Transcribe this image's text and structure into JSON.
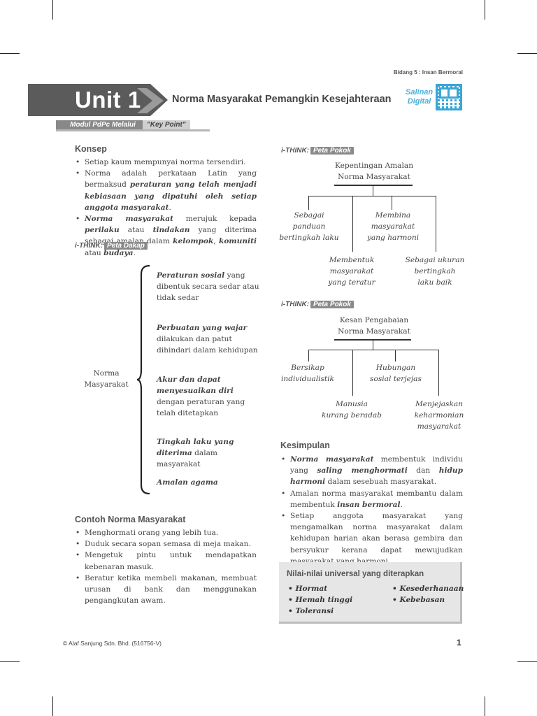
{
  "running_head": "Bidang 5 : Insan Bermoral",
  "unit_label": "Unit 1",
  "unit_title": "Norma Masyarakat Pemangkin Kesejahteraan",
  "digital": {
    "line1": "Salinan",
    "line2": "Digital"
  },
  "modul": {
    "label": "Modul PdPc Melalui",
    "key_point": "\"Key Point\""
  },
  "konsep": {
    "heading": "Konsep",
    "b1": "Setiap kaum mempunyai norma tersendiri.",
    "b2_pre": "Norma adalah perkataan Latin yang bermaksud ",
    "b2_bold": "peraturan yang telah menjadi kebiasaan yang dipatuhi oleh setiap anggota masyarakat",
    "b2_post": ".",
    "b3_t1": "Norma masyarakat",
    "b3_t2": " merujuk kepada ",
    "b3_t3": "perilaku",
    "b3_t4": " atau ",
    "b3_t5": "tindakan",
    "b3_t6": " yang diterima sebagai amalan dalam ",
    "b3_t7": "kelompok",
    "b3_t8": ", ",
    "b3_t9": "komuniti",
    "b3_t10": " atau ",
    "b3_t11": "budaya",
    "b3_t12": "."
  },
  "ithink_label": "i-THINK:",
  "peta_dakap": "Peta Dakap",
  "peta_pokok": "Peta Pokok",
  "dakap": {
    "root_line1": "Norma",
    "root_line2": "Masyarakat",
    "i1_bold": "Peraturan sosial",
    "i1_rest": " yang dibentuk secara sedar atau tidak sedar",
    "i2_bold": "Perbuatan yang wajar",
    "i2_rest": " dilakukan dan patut dihindari dalam kehidupan",
    "i3_bold": "Akur dan dapat menyesuaikan diri",
    "i3_rest": " dengan peraturan yang telah ditetapkan",
    "i4_bold": "Tingkah laku yang diterima",
    "i4_rest": " dalam masyarakat",
    "i5_bold": "Amalan agama"
  },
  "contoh": {
    "heading": "Contoh Norma Masyarakat",
    "items": [
      "Menghormati orang yang lebih tua.",
      "Duduk secara sopan semasa di meja makan.",
      "Mengetuk pintu untuk mendapatkan kebenaran masuk.",
      "Beratur ketika membeli makanan, membuat urusan di bank dan menggunakan pengangkutan awam."
    ]
  },
  "pokok1": {
    "root_l1": "Kepentingan Amalan",
    "root_l2": "Norma Masyarakat",
    "n1": [
      "Sebagai",
      "panduan",
      "bertingkah laku"
    ],
    "n2": [
      "Membina",
      "masyarakat",
      "yang harmoni"
    ],
    "n3": [
      "Membentuk",
      "masyarakat",
      "yang teratur"
    ],
    "n4": [
      "Sebagai ukuran",
      "bertingkah",
      "laku baik"
    ]
  },
  "pokok2": {
    "root_l1": "Kesan Pengabaian",
    "root_l2": "Norma Masyarakat",
    "n1": [
      "Bersikap",
      "individualistik"
    ],
    "n2": [
      "Hubungan",
      "sosial terjejas"
    ],
    "n3": [
      "Manusia",
      "kurang beradab"
    ],
    "n4": [
      "Menjejaskan",
      "keharmonian",
      "masyarakat"
    ]
  },
  "kesimpulan": {
    "heading": "Kesimpulan",
    "b1_t1": "Norma masyarakat",
    "b1_t2": " membentuk individu yang ",
    "b1_t3": "saling menghormati",
    "b1_t4": " dan ",
    "b1_t5": "hidup harmoni",
    "b1_t6": " dalam sesebuah masyarakat.",
    "b2_t1": "Amalan norma masyarakat membantu dalam membentuk ",
    "b2_t2": "insan bermoral",
    "b2_t3": ".",
    "b3": "Setiap anggota masyarakat yang mengamalkan norma masyarakat dalam kehidupan harian akan berasa gembira dan bersyukur kerana dapat mewujudkan masyarakat yang harmoni."
  },
  "nilai": {
    "title": "Nilai-nilai universal yang diterapkan",
    "left": [
      "Hormat",
      "Hemah tinggi",
      "Toleransi"
    ],
    "right": [
      "Kesederhanaan",
      "Kebebasan"
    ]
  },
  "footer": "Alaf Sanjung Sdn. Bhd. (516756-V)",
  "page_number": "1",
  "colors": {
    "accent": "#3aa7d5",
    "unit_bar": "#5b5b5b"
  }
}
